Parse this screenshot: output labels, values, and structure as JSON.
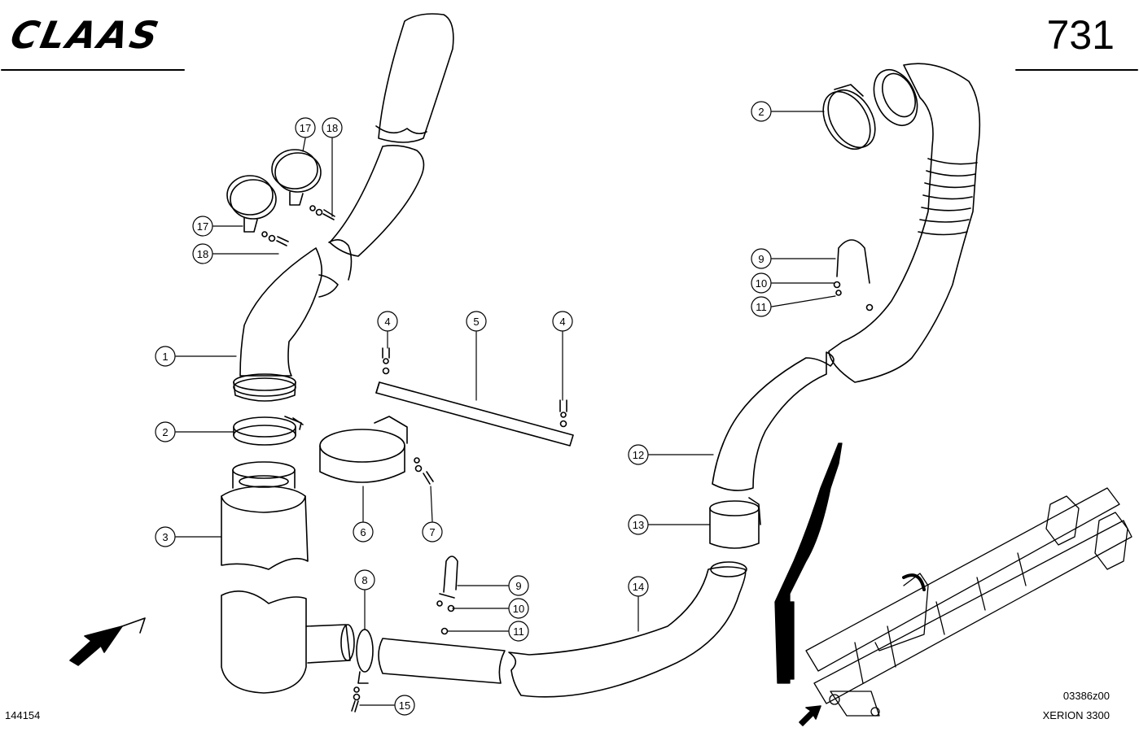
{
  "header": {
    "brand": "CLAAS",
    "page_number": "731"
  },
  "footer": {
    "sheet_id": "144154",
    "drawing_code": "03386z00",
    "model": "XERION 3300"
  },
  "callouts": {
    "c1": "1",
    "c2a": "2",
    "c2b": "2",
    "c3": "3",
    "c4a": "4",
    "c4b": "4",
    "c5": "5",
    "c6": "6",
    "c7": "7",
    "c8": "8",
    "c9a": "9",
    "c9b": "9",
    "c10a": "10",
    "c10b": "10",
    "c11a": "11",
    "c11b": "11",
    "c12": "12",
    "c13": "13",
    "c14": "14",
    "c15": "15",
    "c17a": "17",
    "c17b": "17",
    "c18a": "18",
    "c18b": "18"
  }
}
